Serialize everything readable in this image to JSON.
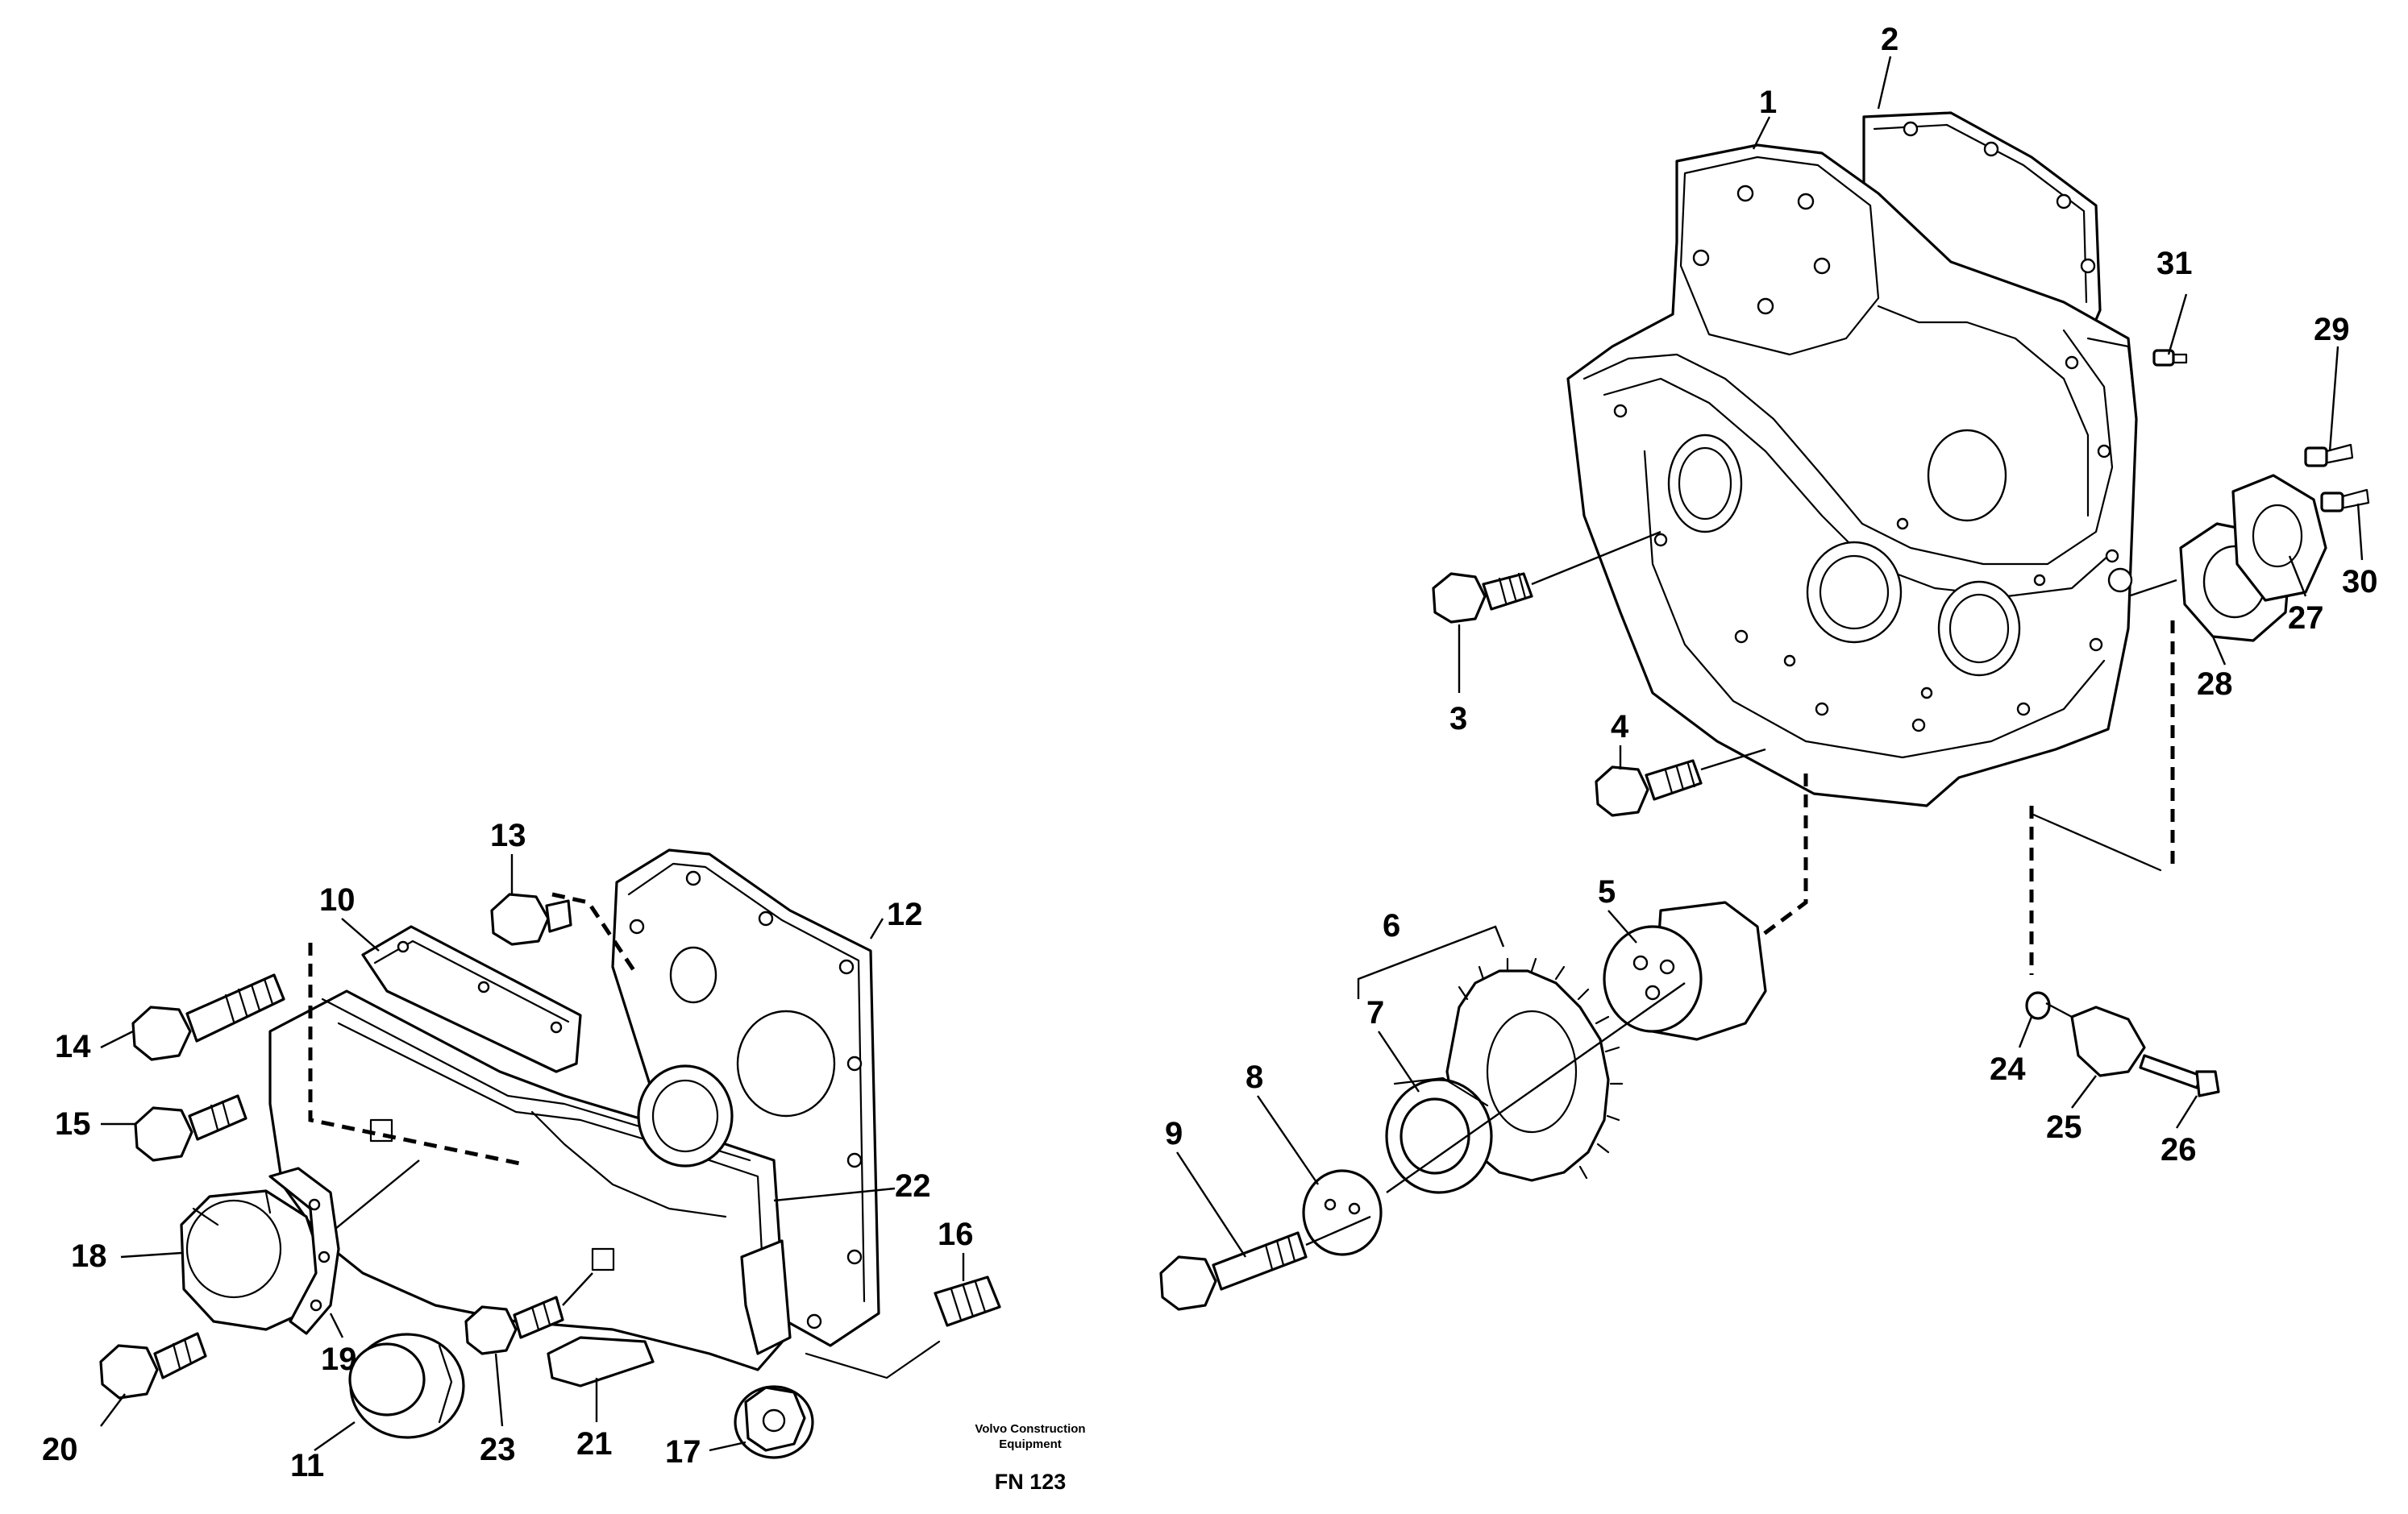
{
  "diagram": {
    "credit_line1": "Volvo Construction",
    "credit_line2": "Equipment",
    "figure_code": "FN 123",
    "callouts": {
      "c1": "1",
      "c2": "2",
      "c3": "3",
      "c4": "4",
      "c5": "5",
      "c6": "6",
      "c7": "7",
      "c8": "8",
      "c9": "9",
      "c10": "10",
      "c11": "11",
      "c12": "12",
      "c13": "13",
      "c14": "14",
      "c15": "15",
      "c16": "16",
      "c17": "17",
      "c18": "18",
      "c19": "19",
      "c20": "20",
      "c21": "21",
      "c22": "22",
      "c23": "23",
      "c24": "24",
      "c25": "25",
      "c26": "26",
      "c27": "27",
      "c28": "28",
      "c29": "29",
      "c30": "30",
      "c31": "31"
    }
  }
}
